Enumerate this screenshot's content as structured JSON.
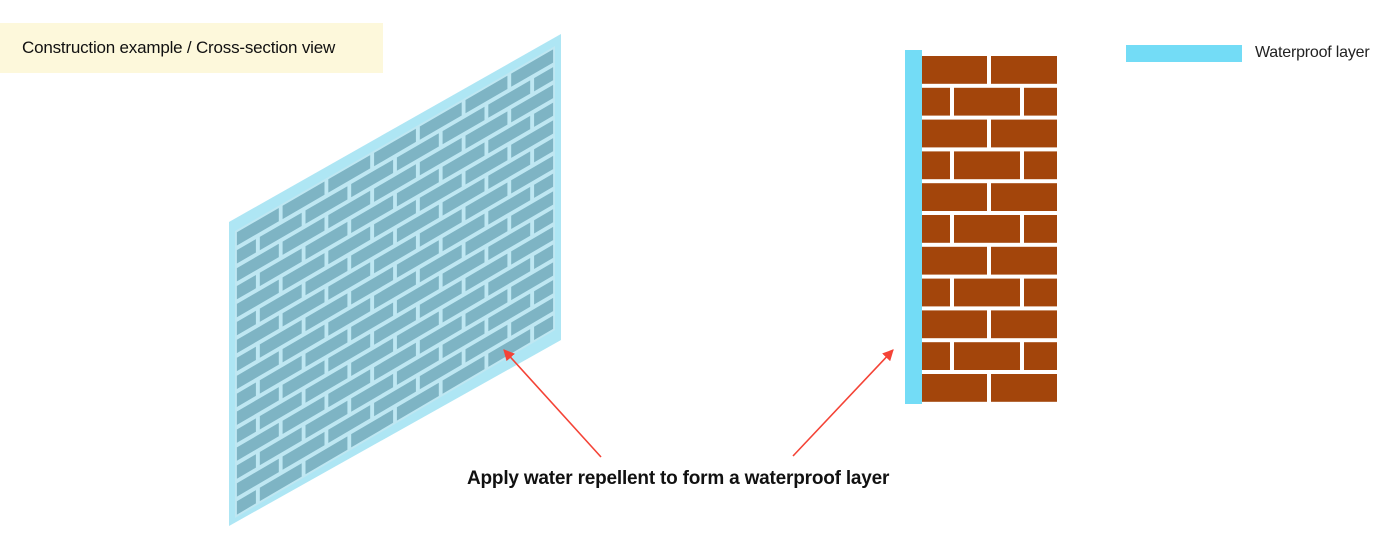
{
  "header": {
    "title": "Construction example / Cross-section view"
  },
  "legend": {
    "label": "Waterproof layer",
    "color": "#73dcf6"
  },
  "annotation": {
    "caption": "Apply water repellent to form a waterproof layer",
    "arrow_color": "#f44336"
  },
  "colors": {
    "brick": "#a3450b",
    "mortar": "#ffffff",
    "wall_tint": "#a6d6e6",
    "wall_brick": "#6fa7b7",
    "wall_mortar": "#c9eef7"
  }
}
